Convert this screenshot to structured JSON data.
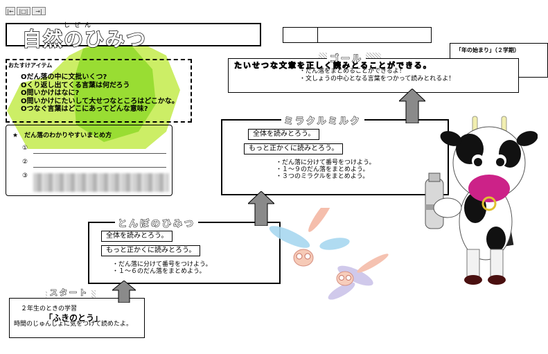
{
  "nav": {
    "prev_label": "|←",
    "pages_label": "|□|",
    "next_label": "→|"
  },
  "title": {
    "ruby": "しぜん",
    "text": "自然のひみつ"
  },
  "items": {
    "heading": "おたすけアイテム",
    "list": [
      "Oだん落の中に文批いくつ?",
      "Oくり返し出てくる言葉は何だろう",
      "O問いかけはなに?",
      "O問いかけにたいして大せつなところはどこかな。",
      "Oつなぐ言葉はどこにあってどんな意味?"
    ]
  },
  "summary": {
    "heading": "だん落のわかりやすいまとめ方",
    "nums": [
      "①",
      "②",
      "③"
    ]
  },
  "note": {
    "text": "「年の始まり」（２学期）"
  },
  "goal": {
    "label": "ゴール",
    "main": "たいせつな文章を正しく読みとることができる。",
    "lines": [
      "・だん落をまとめることができるよ！",
      "・文しょうの中心となる言葉をつかって読みとれるよ！"
    ]
  },
  "miracle": {
    "label": "ミラクルミルク",
    "pill1": "全体を読みとろう。",
    "pill2": "もっと正かくに読みとろう。",
    "lines": [
      "・だん落に分けて番号をつけよう。",
      "・１～９のだん落をまとめよう。",
      "・３つのミラクルをまとめよう。"
    ]
  },
  "dragonfly": {
    "label": "とんぼのひみつ",
    "pill1": "全体を読みとろう。",
    "pill2": "もっと正かくに読みとろう。",
    "lines": [
      "・だん落に分けて番号をつけよう。",
      "・１～６のだん落をまとめよう。"
    ]
  },
  "start": {
    "label": "スタート",
    "lines": [
      "２年生のときの学習",
      "「ふきのとう」",
      "時間のじゅんじょに気をつけて読めたよ。"
    ]
  },
  "colors": {
    "green": "#99dd33",
    "light_green": "#ccee66",
    "arrow_gray": "#8a8a8a"
  }
}
